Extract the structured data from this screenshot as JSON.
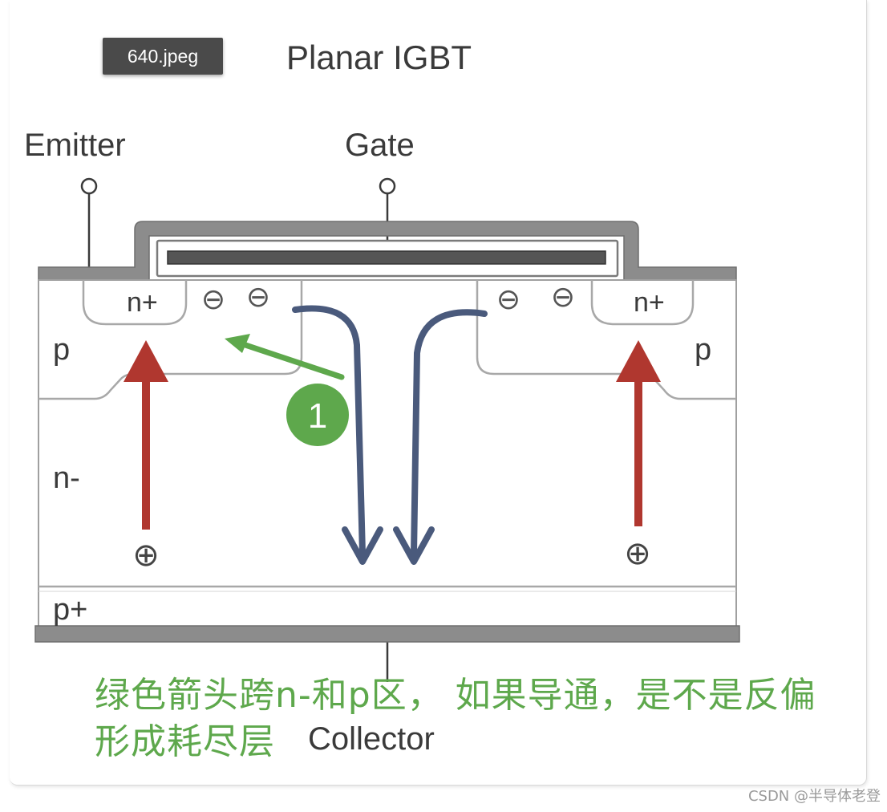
{
  "file_tag": "640.jpeg",
  "title": "Planar IGBT",
  "terminals": {
    "emitter": "Emitter",
    "gate": "Gate",
    "collector": "Collector"
  },
  "regions": {
    "n_plus_left": "n+",
    "n_plus_right": "n+",
    "p_left": "p",
    "p_right": "p",
    "n_minus": "n-",
    "p_plus": "p+"
  },
  "carriers": {
    "electron_symbol": "⊖",
    "hole_symbol": "⊕"
  },
  "annotation": {
    "marker_number": "1",
    "caption_line1": "绿色箭头跨n-和p区， 如果导通，是不是反偏",
    "caption_line2": "形成耗尽层"
  },
  "colors": {
    "hole_arrow": "#b0372f",
    "electron_arrow": "#4a5a7c",
    "annotation_green": "#5ea84c",
    "metal_gray": "#8c8c8c",
    "gate_electrode": "#555555"
  },
  "watermark": "CSDN @半导体老登"
}
